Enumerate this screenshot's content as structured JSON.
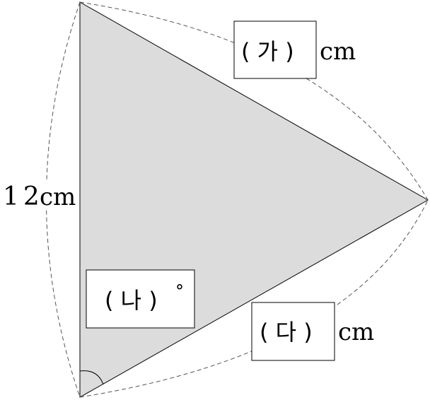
{
  "diagram": {
    "side_left": {
      "value": "12",
      "unit": "cm"
    },
    "box_ga": {
      "text": "( 가 )",
      "unit": "cm"
    },
    "box_na": {
      "text": "( 나 )",
      "unit": "°"
    },
    "box_da": {
      "text": "( 다 )",
      "unit": "cm"
    }
  }
}
